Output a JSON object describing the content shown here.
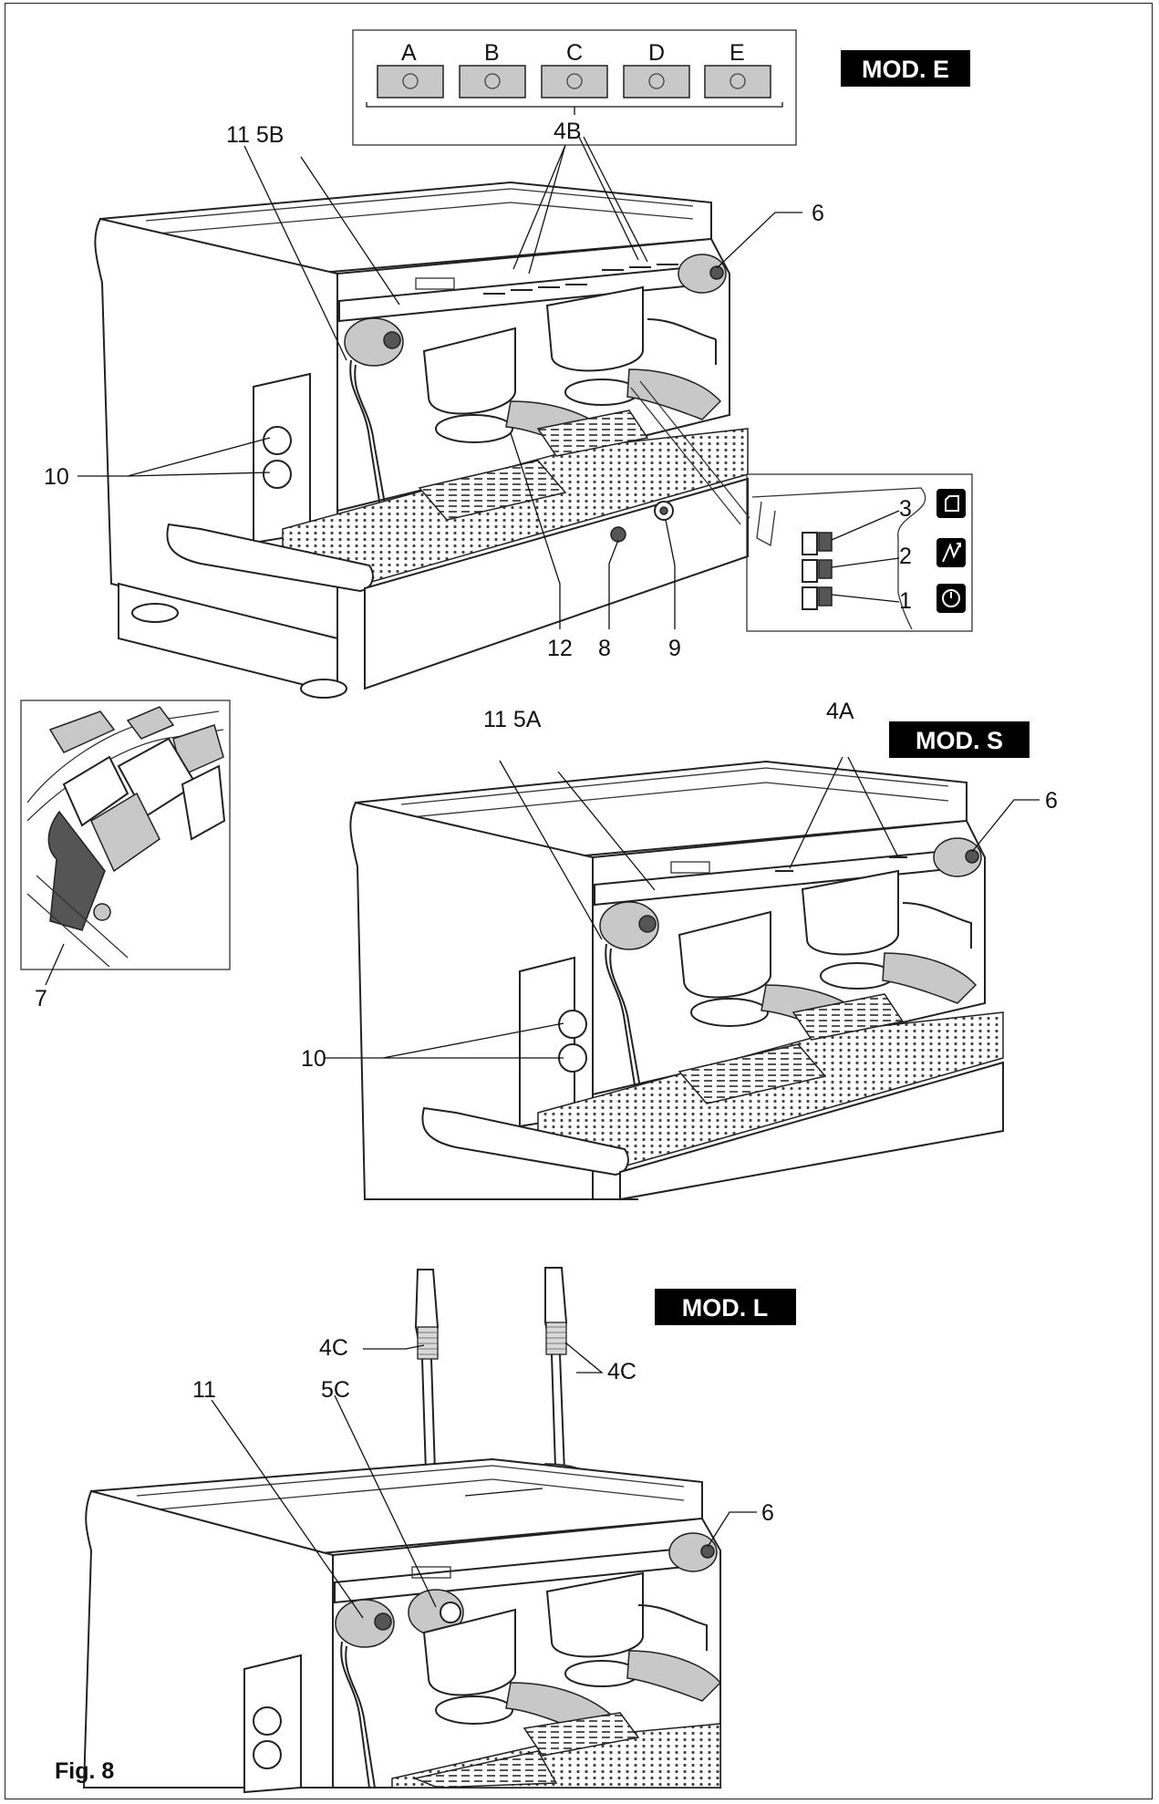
{
  "models": {
    "mod_e": "MOD. E",
    "mod_s": "MOD. S",
    "mod_l": "MOD. L"
  },
  "keypad_keys": [
    "A",
    "B",
    "C",
    "D",
    "E"
  ],
  "labels": {
    "k4b": "4B",
    "k11_5b": "11 5B",
    "k6_e": "6",
    "k10_e": "10",
    "k12": "12",
    "k8": "8",
    "k9": "9",
    "k3": "3",
    "k2": "2",
    "k1": "1",
    "k7": "7",
    "k11_5a": "11 5A",
    "k4a": "4A",
    "k6_s": "6",
    "k10_s": "10",
    "k4c_left": "4C",
    "k4c_right": "4C",
    "k11_l": "11",
    "k5c": "5C",
    "k6_l": "6"
  },
  "figure_label": "Fig. 8",
  "colors": {
    "badge": "#000000",
    "line": "#222222",
    "button_fill": "#c8c8c8"
  }
}
